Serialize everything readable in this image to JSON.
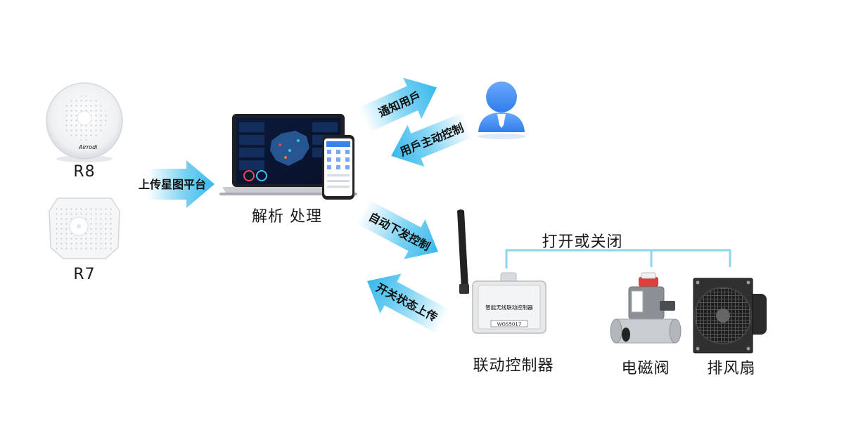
{
  "devices": {
    "r8_label": "R8",
    "r7_label": "R7",
    "r8_brand": "Airrodi"
  },
  "platform": {
    "label": "解析 处理"
  },
  "arrows": {
    "upload": "上传星图平台",
    "notify": "通知用戶",
    "user_control": "用戶主动控制",
    "auto_control": "自动下发控制",
    "status_upload": "开关状态上传"
  },
  "controller": {
    "label": "联动控制器",
    "panel_text": "智能无线联动控制器",
    "model": "WGS5017"
  },
  "outputs": {
    "heading": "打开或关闭",
    "valve_label": "电磁阀",
    "fan_label": "排风扇"
  },
  "colors": {
    "arrow_blue": "#4fc3ef",
    "user_blue": "#3f8cf0",
    "bracket": "#8fd3ee"
  }
}
